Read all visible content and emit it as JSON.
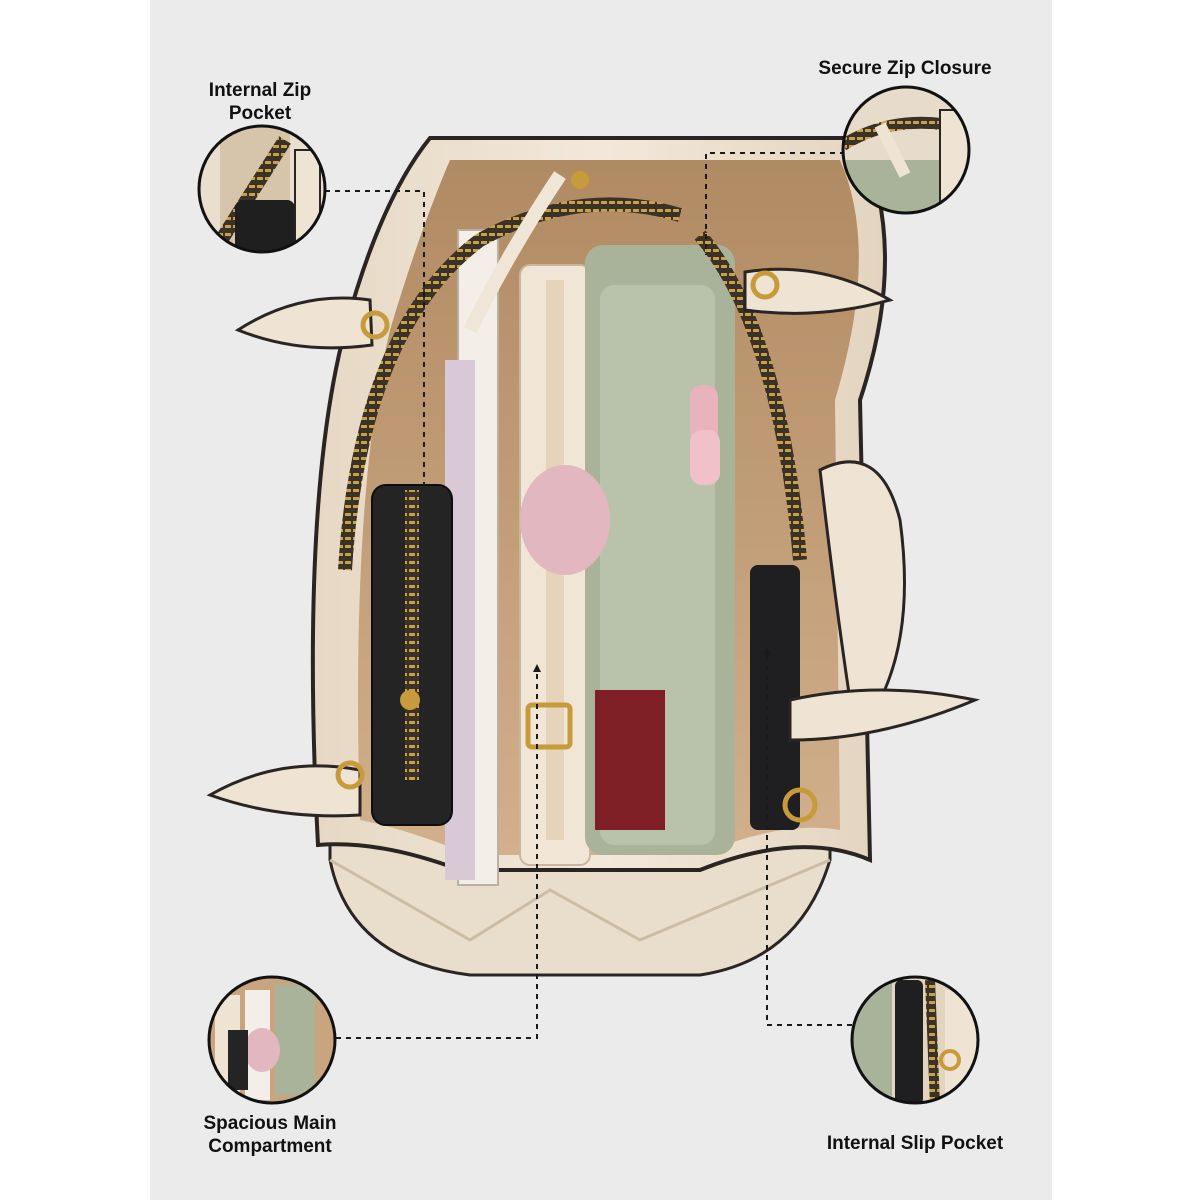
{
  "image": {
    "subject": "cream-handbag-interior",
    "colors": {
      "backdrop": "#ebebeb",
      "leather": "#efe4d4",
      "lining": "#c9a57f",
      "trim": "#2a2522",
      "hardware": "#c79a3b",
      "sage": "#a9b39a"
    }
  },
  "callouts": [
    {
      "id": "internal-zip-pocket",
      "label": "Internal Zip\nPocket"
    },
    {
      "id": "secure-zip-closure",
      "label": "Secure Zip Closure"
    },
    {
      "id": "spacious-main-compartment",
      "label": "Spacious Main\nCompartment"
    },
    {
      "id": "internal-slip-pocket",
      "label": "Internal Slip Pocket"
    }
  ]
}
